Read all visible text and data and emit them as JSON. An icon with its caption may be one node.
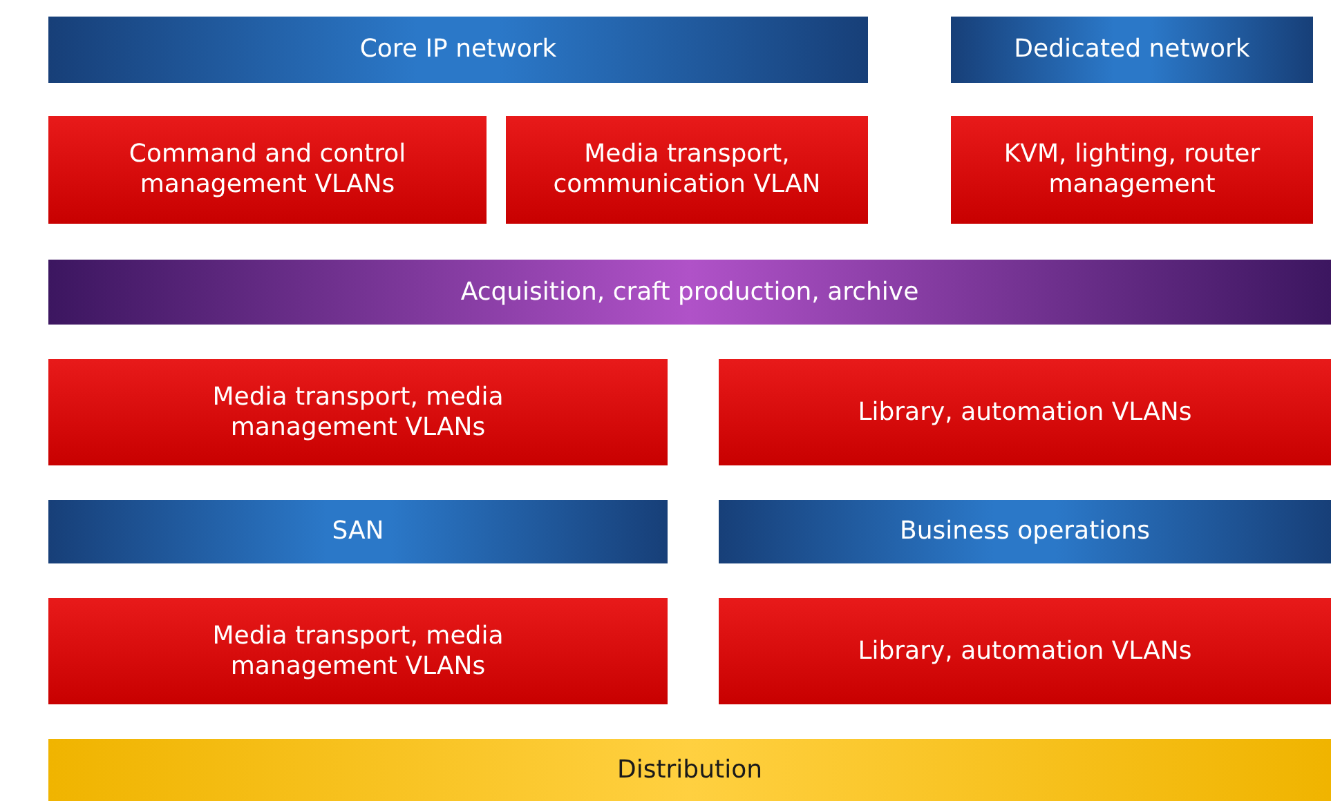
{
  "diagram": {
    "nodes": [
      {
        "text": [
          "Core IP network"
        ]
      },
      {
        "text": [
          "Dedicated network"
        ]
      },
      {
        "text": [
          "Command and control management VLANs"
        ]
      },
      {
        "text": [
          "Media transport, communication VLAN"
        ]
      },
      {
        "text": [
          "KVM, lighting, router management"
        ]
      },
      {
        "text": [
          "Acquisition, craft production, archive"
        ]
      },
      {
        "text": [
          "Media transport, media management VLANs"
        ]
      },
      {
        "text": [
          "Library, automation VLANs"
        ]
      },
      {
        "text": [
          "SAN"
        ]
      },
      {
        "text": [
          "Business operations"
        ]
      },
      {
        "text": [
          "Media transport, media management VLANs"
        ]
      },
      {
        "text": [
          "Library, automation VLANs"
        ]
      },
      {
        "text": [
          "Distribution"
        ]
      }
    ]
  }
}
